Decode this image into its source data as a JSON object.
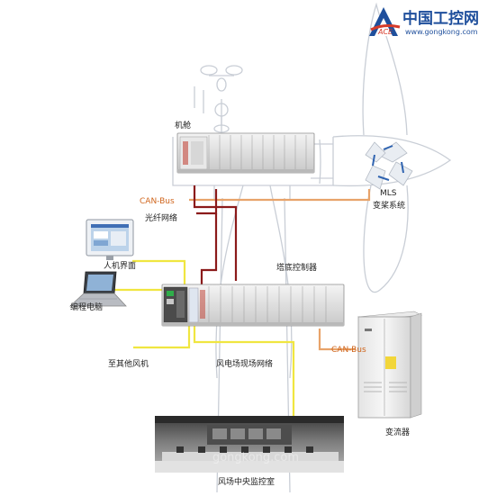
{
  "watermark": {
    "brand_cn": "中国工控网",
    "url": "www.gongkong.com",
    "logo_text": "ACE",
    "room_watermark": "gongkong.com"
  },
  "labels": {
    "nacelle": "机舱",
    "can_bus_top": "CAN-Bus",
    "fiber_network": "光纤网络",
    "mls_name": "MLS",
    "mls_desc": "变桨系统",
    "hmi": "人机界面",
    "tower_base_controller": "塔底控制器",
    "programming_pc": "编程电脑",
    "can_bus_right": "CAN-Bus",
    "to_other_turbines": "至其他风机",
    "wind_farm_network": "风电场现场网络",
    "converter": "变流器",
    "central_control_room": "风场中央监控室"
  },
  "colors": {
    "fiber": "#8b1a1a",
    "can_bus": "#e8a36a",
    "field_network": "#f0e640",
    "label_accent": "#d0661e",
    "outline": "#c9ced6"
  }
}
